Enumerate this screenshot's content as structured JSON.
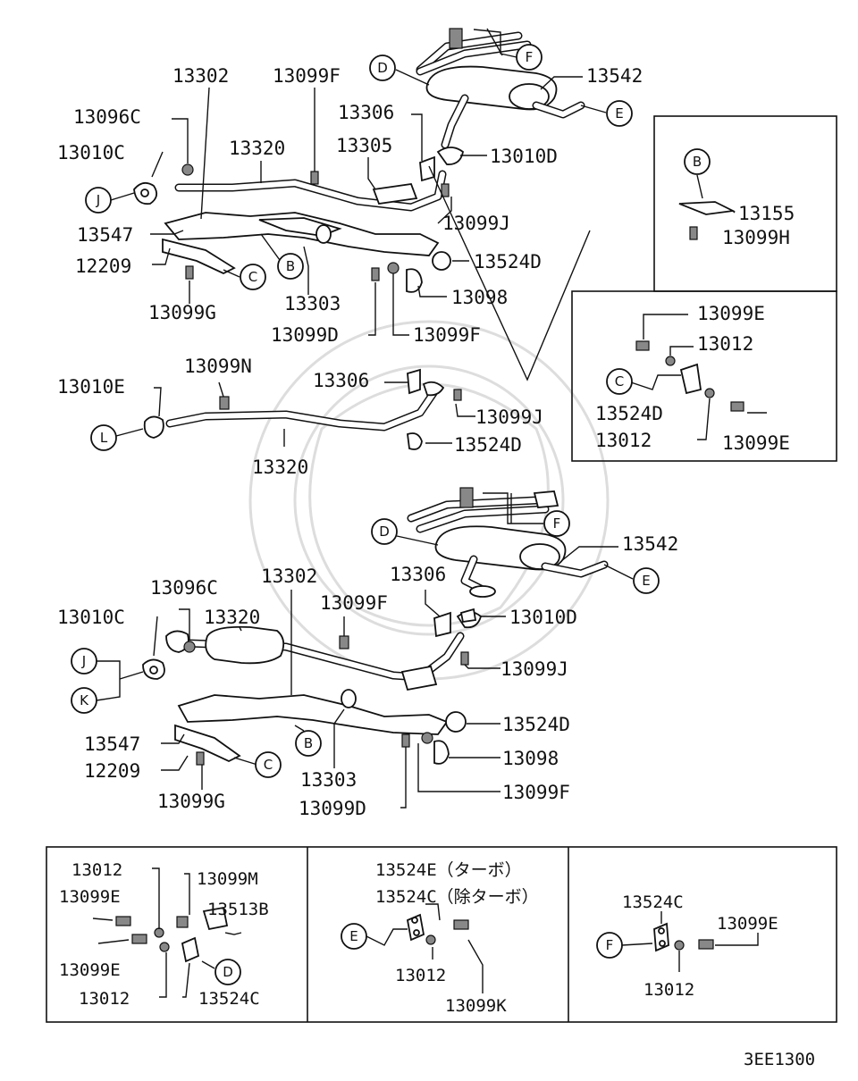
{
  "diagram": {
    "footer_code": "3EE1300",
    "upper": {
      "labels": {
        "p13302": "13302",
        "p13099F": "13099F",
        "p13096C": "13096C",
        "p13010C": "13010C",
        "p13320": "13320",
        "p13547": "13547",
        "p12209": "12209",
        "p13099G": "13099G",
        "p13303": "13303",
        "p13099D": "13099D",
        "p13099F2": "13099F",
        "p13098": "13098",
        "p13524D": "13524D",
        "p13099J": "13099J",
        "p13306": "13306",
        "p13305": "13305",
        "p13010D": "13010D",
        "p13542": "13542"
      },
      "callouts": {
        "F": "F",
        "D": "D",
        "E": "E",
        "J": "J",
        "C": "C",
        "B": "B"
      }
    },
    "inset_right_top": {
      "labels": {
        "p13155": "13155",
        "p13099H": "13099H"
      },
      "callouts": {
        "B": "B"
      }
    },
    "inset_right_bottom": {
      "labels": {
        "p13099E": "13099E",
        "p13012": "13012",
        "p13524D": "13524D",
        "p13012b": "13012",
        "p13099Eb": "13099E"
      },
      "callouts": {
        "C": "C"
      }
    },
    "middle": {
      "labels": {
        "p13010E": "13010E",
        "p13099N": "13099N",
        "p13306": "13306",
        "p13099J": "13099J",
        "p13524D": "13524D",
        "p13320": "13320"
      },
      "callouts": {
        "L": "L"
      }
    },
    "lower": {
      "labels": {
        "p13302": "13302",
        "p13096C": "13096C",
        "p13010C": "13010C",
        "p13320": "13320",
        "p13099F": "13099F",
        "p13306": "13306",
        "p13010D": "13010D",
        "p13542": "13542",
        "p13099J": "13099J",
        "p13524D": "13524D",
        "p13098": "13098",
        "p13099F2": "13099F",
        "p13547": "13547",
        "p12209": "12209",
        "p13099G": "13099G",
        "p13303": "13303",
        "p13099D": "13099D"
      },
      "callouts": {
        "F": "F",
        "D": "D",
        "E": "E",
        "J": "J",
        "K": "K",
        "B": "B",
        "C": "C"
      }
    },
    "bottom_panel_left": {
      "labels": {
        "p13012": "13012",
        "p13099E": "13099E",
        "p13099M": "13099M",
        "p13513B": "13513B",
        "p13099Eb": "13099E",
        "p13012b": "13012",
        "p13524C": "13524C"
      },
      "callouts": {
        "D": "D"
      }
    },
    "bottom_panel_mid": {
      "labels": {
        "p13524E": "13524E（ターボ）",
        "p13524C": "13524C（除ターボ）",
        "p13012": "13012",
        "p13099K": "13099K"
      },
      "callouts": {
        "E": "E"
      }
    },
    "bottom_panel_right": {
      "labels": {
        "p13524C": "13524C",
        "p13099E": "13099E",
        "p13012": "13012"
      },
      "callouts": {
        "F": "F"
      }
    }
  }
}
